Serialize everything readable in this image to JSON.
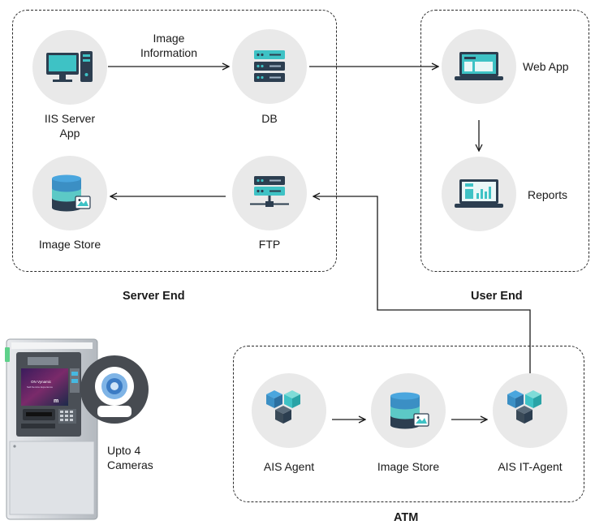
{
  "groups": {
    "server_end": "Server End",
    "user_end": "User End",
    "atm": "ATM"
  },
  "nodes": {
    "iis_server_line1": "IIS Server",
    "iis_server_line2": "App",
    "db": "DB",
    "image_store_server": "Image Store",
    "ftp": "FTP",
    "web_app": "Web App",
    "reports": "Reports",
    "ais_agent": "AIS Agent",
    "image_store_atm": "Image Store",
    "ais_it_agent": "AIS IT-Agent"
  },
  "edges": {
    "iis_to_db_line1": "Image",
    "iis_to_db_line2": "Information"
  },
  "atm_photo": {
    "screen_text_line1": "ON Vynamic",
    "screen_text_line2": "Self-Service Experience",
    "brand": "m",
    "cameras_line1": "Upto 4",
    "cameras_line2": "Cameras"
  },
  "colors": {
    "circle": "#e9e9e9",
    "navy": "#2c3e50",
    "teal": "#3ec2c5",
    "line": "#1a1a1a"
  },
  "icons": [
    "desktop-icon",
    "server-rack-icon",
    "database-image-icon",
    "ftp-server-icon",
    "laptop-web-icon",
    "laptop-chart-icon",
    "cubes-agent-icon",
    "webcam-icon"
  ]
}
